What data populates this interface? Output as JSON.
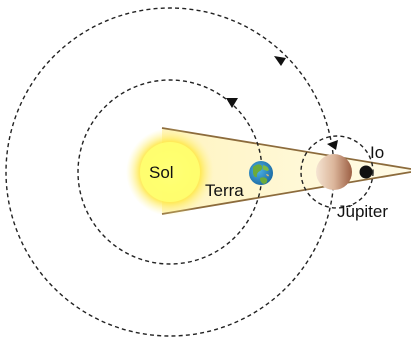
{
  "labels": {
    "sun": "Sol",
    "earth": "Terra",
    "jupiter": "Júpiter",
    "io": "Io"
  },
  "colors": {
    "sun_core": "#ffff66",
    "sun_glow": "#ffe24a",
    "cone_fill": "#fff6cf",
    "cone_edge": "#8c6b3c",
    "orbit": "#222222",
    "earth_ocean": "#2a8fc9",
    "earth_land": "#6cab3a",
    "jupiter_light": "#f1dbc6",
    "jupiter_dark": "#a86a4c",
    "io": "#111111"
  },
  "icons": {
    "orbit_direction": "arrowhead-icon",
    "earth": "earth-globe-icon",
    "jupiter": "jupiter-planet-icon",
    "io": "moon-dot-icon"
  }
}
